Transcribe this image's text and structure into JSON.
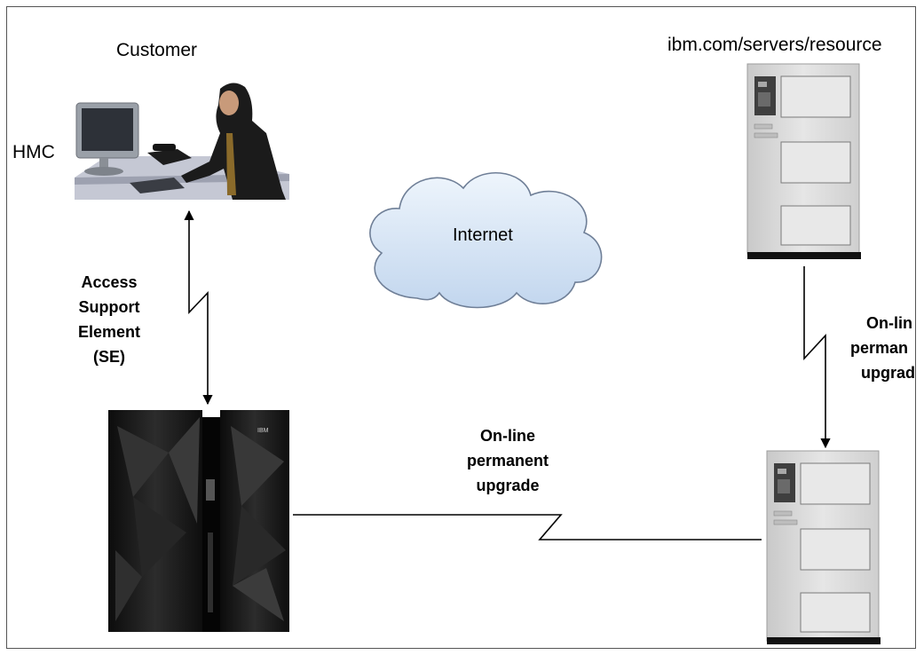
{
  "labels": {
    "customer": "Customer",
    "hmc": "HMC",
    "ibm_site": "ibm.com/servers/resource",
    "internet": "Internet",
    "access_se": [
      "Access",
      "Support",
      "Element",
      "(SE)"
    ],
    "upgrade_center": [
      "On-line",
      "permanent",
      "upgrade"
    ],
    "upgrade_right": [
      "On-lin",
      "perman",
      "upgrad"
    ],
    "mainframe_brand": "IBM"
  },
  "colors": {
    "cloud_fill": "#d6e6f7",
    "cloud_stroke": "#7a8aa0",
    "server_body": "#dcdcdc",
    "mainframe_body": "#141414",
    "line": "#000000"
  }
}
